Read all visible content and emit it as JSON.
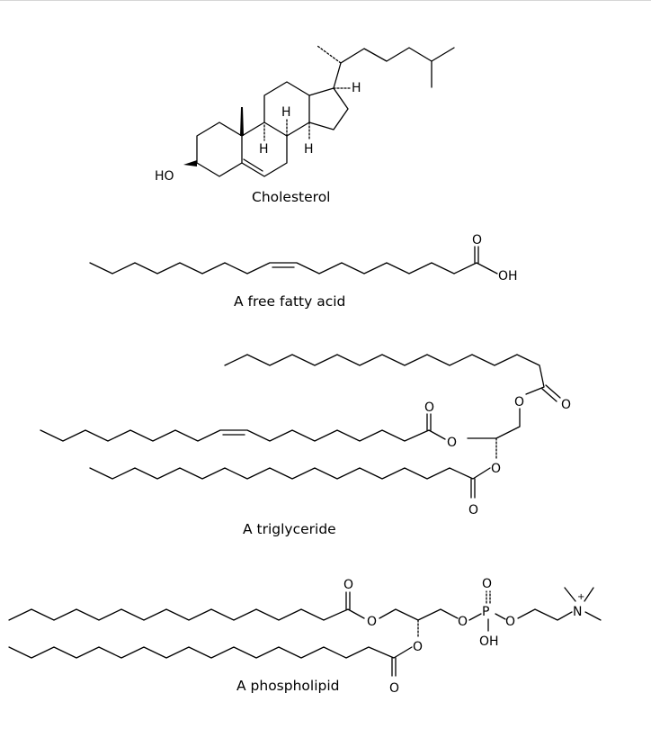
{
  "captions": {
    "cholesterol": "Cholesterol",
    "fatty_acid": "A free fatty acid",
    "triglyceride": "A triglyceride",
    "phospholipid": "A phospholipid"
  },
  "atoms": {
    "hydroxyl": "HO",
    "hydrogen": "H",
    "oxygen": "O",
    "acid_oh": "OH",
    "phosphorus": "P",
    "nitrogen": "N",
    "plus": "+"
  }
}
